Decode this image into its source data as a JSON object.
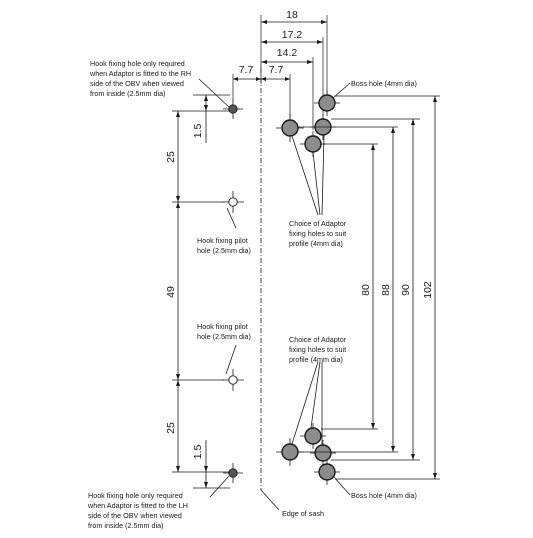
{
  "dimensions": {
    "top": [
      "18",
      "17.2",
      "14.2",
      "7.7",
      "7.7"
    ],
    "left": [
      "1.5",
      "25",
      "49",
      "25",
      "1.5"
    ],
    "right": [
      "80",
      "88",
      "90",
      "102"
    ]
  },
  "notes": {
    "hook_top": [
      "Hook fixing hole only required",
      "when Adaptor is fitted to the RH",
      "side of the OBV when viewed",
      "from inside (2.5mm dia)"
    ],
    "hook_bottom": [
      "Hook fixing hole only required",
      "when Adaptor is fitted to the LH",
      "side of the OBV when viewed",
      "from inside (2.5mm dia)"
    ],
    "pilot": [
      "Hook fixing pilot",
      "hole (2.5mm dia)"
    ],
    "adaptor": [
      "Choice of Adaptor",
      "fixing holes to suit",
      "profile (4mm dia)"
    ],
    "boss": "Boss hole (4mm dia)",
    "sash": "Edge of sash"
  }
}
